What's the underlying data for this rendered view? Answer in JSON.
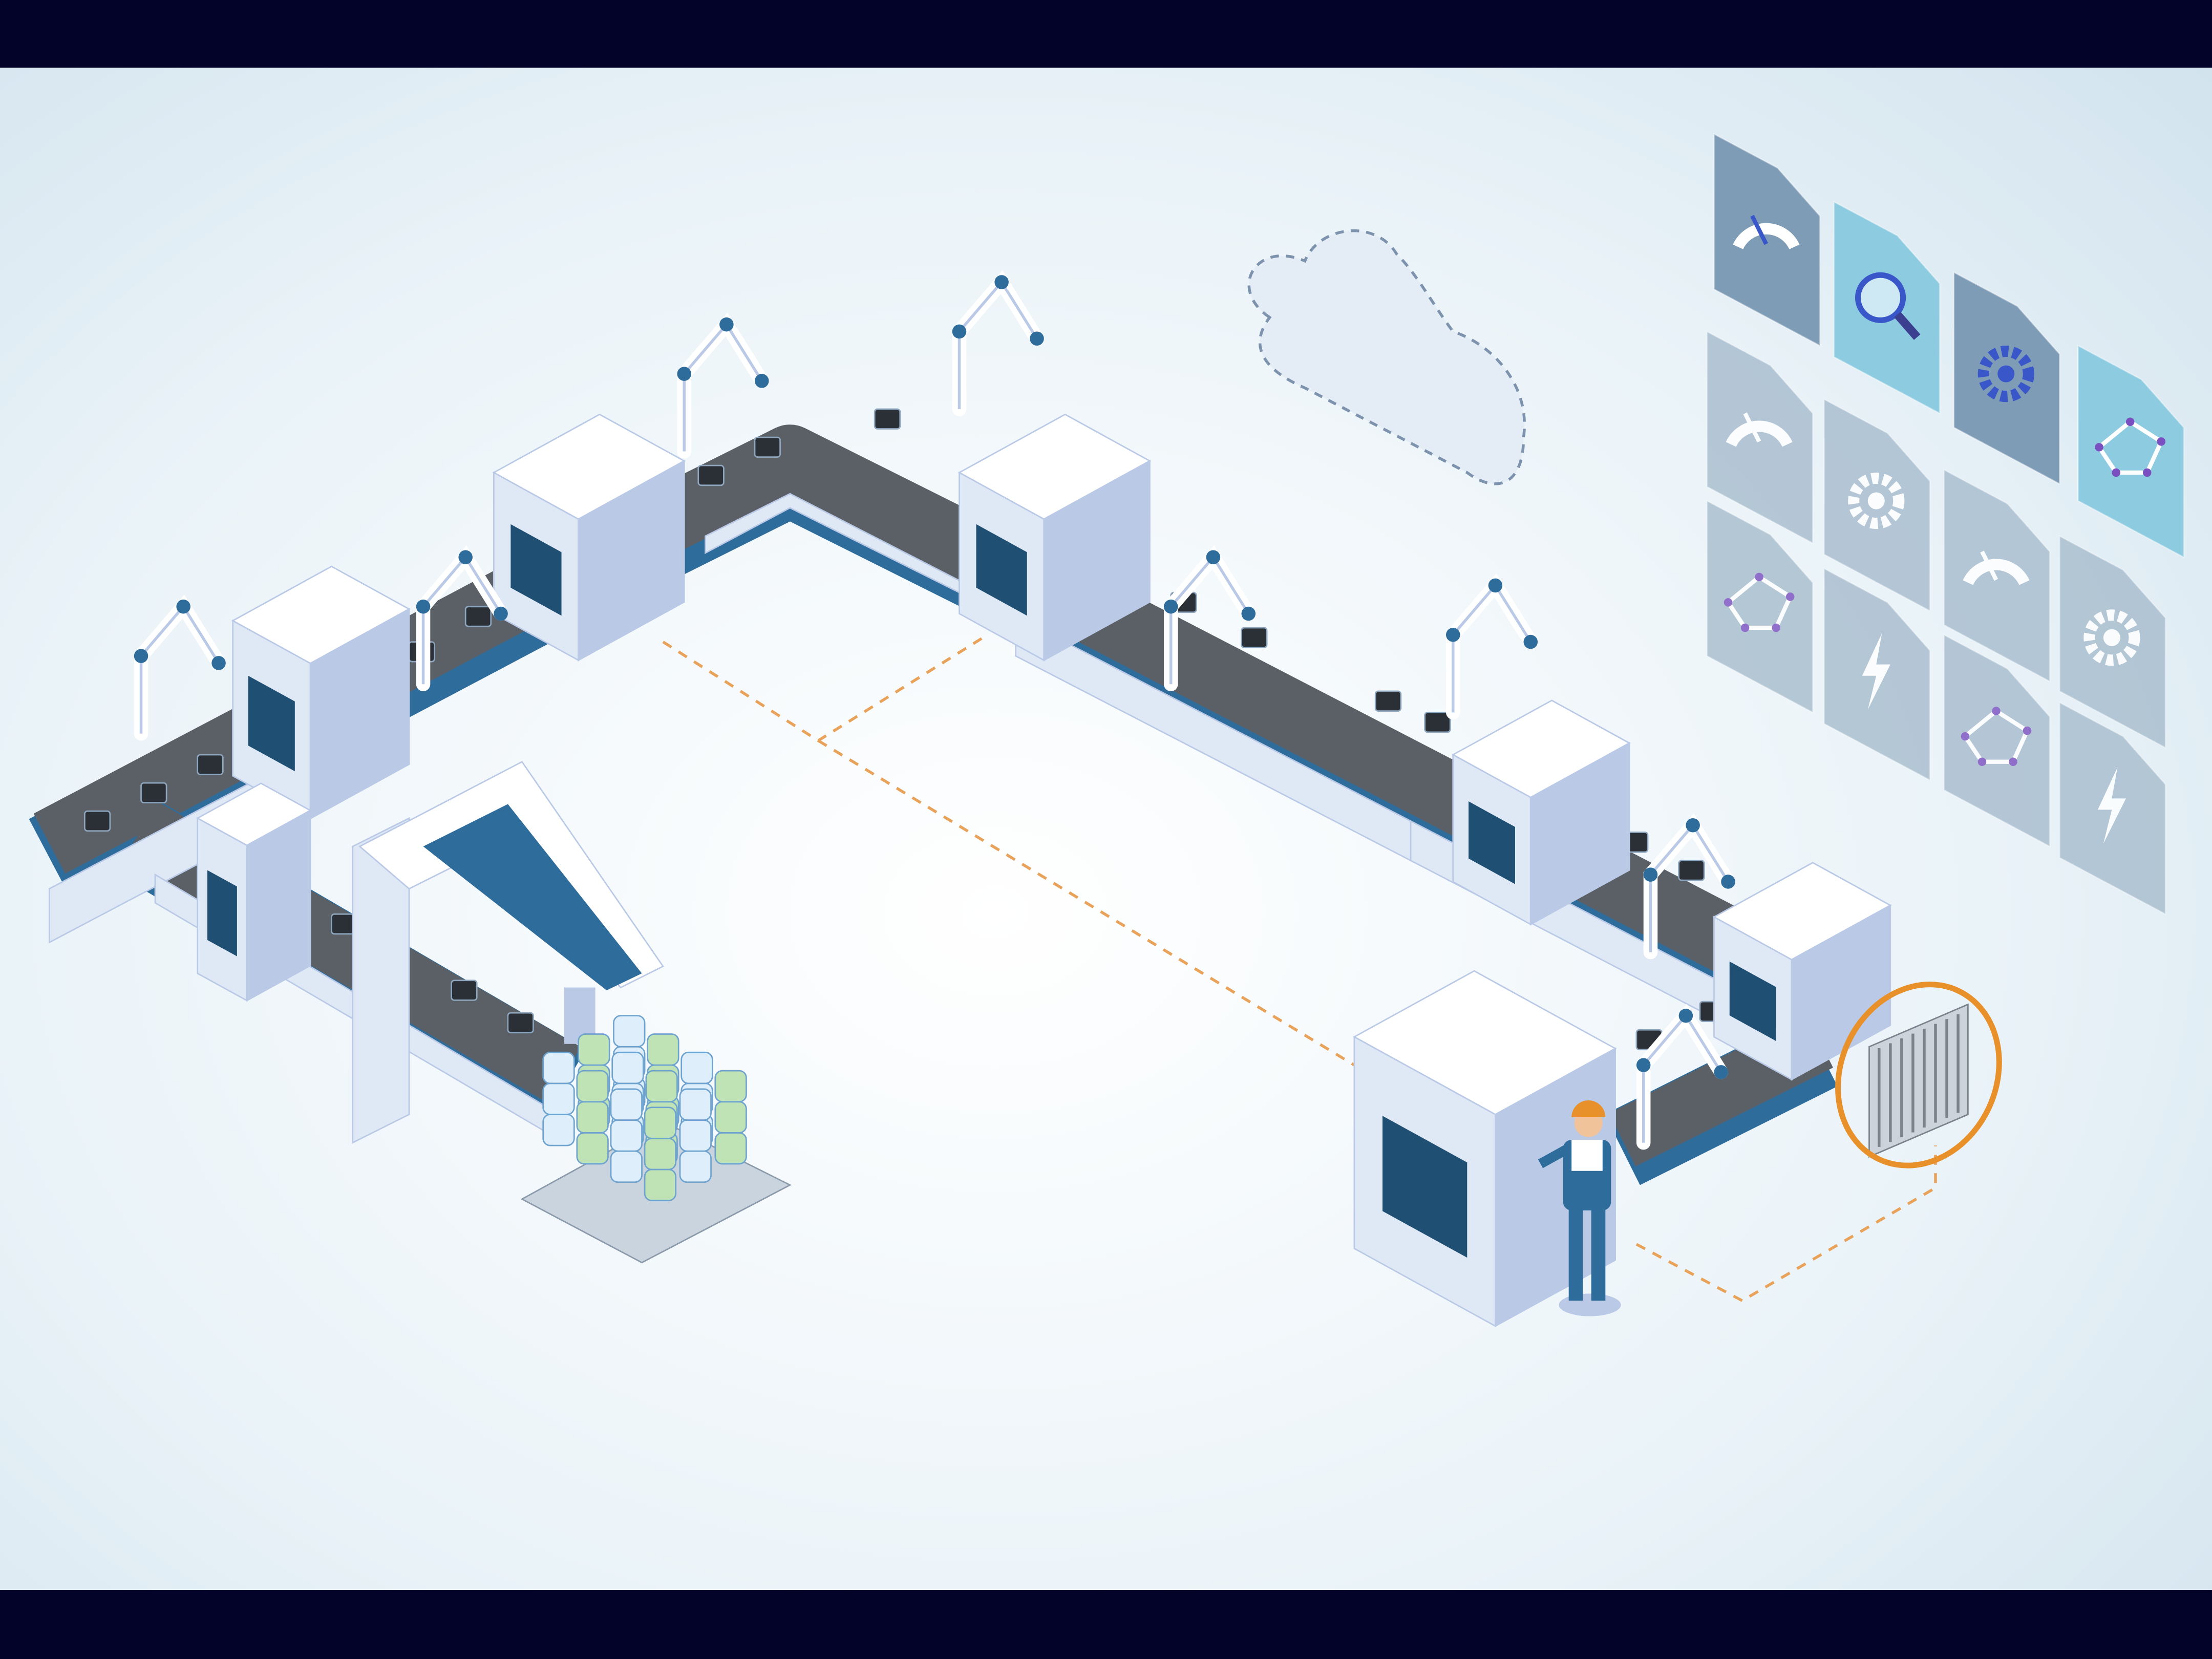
{
  "scene": {
    "kind": "isometric smart-factory illustration",
    "colors": {
      "letterbox": "#03032a",
      "background_center": "#ffffff",
      "background_edge": "#d4e5ef",
      "belt": "#5b6066",
      "belt_edge": "#2e6c9c",
      "machine_top": "#ffffff",
      "machine_side": "#dfe8f5",
      "machine_dark": "#b9c9e6",
      "dashed_link": "#e8a25a",
      "highlight_ring": "#e8912b",
      "tile_dark": "#7f9cb6",
      "tile_cyan": "#8dcbe0",
      "tile_light": "#a7bccd"
    }
  },
  "dashboard_tiles": [
    {
      "icon": "speedometer-icon",
      "style": "dark"
    },
    {
      "icon": "magnifier-analytics-icon",
      "style": "cyan"
    },
    {
      "icon": "gears-icon",
      "style": "dark"
    },
    {
      "icon": "network-icon",
      "style": "cyan"
    },
    {
      "icon": "gauge-icon",
      "style": "light"
    },
    {
      "icon": "gear-icon",
      "style": "light"
    },
    {
      "icon": "gauge-icon",
      "style": "light"
    },
    {
      "icon": "gear-icon",
      "style": "light"
    },
    {
      "icon": "network-icon",
      "style": "light"
    },
    {
      "icon": "lightning-icon",
      "style": "light"
    },
    {
      "icon": "network-icon",
      "style": "light"
    },
    {
      "icon": "lightning-icon",
      "style": "light"
    }
  ],
  "cloud": {
    "icon": "cloud-icon",
    "outline": "dashed"
  },
  "highlighted_part": {
    "icon": "radiator-icon"
  }
}
